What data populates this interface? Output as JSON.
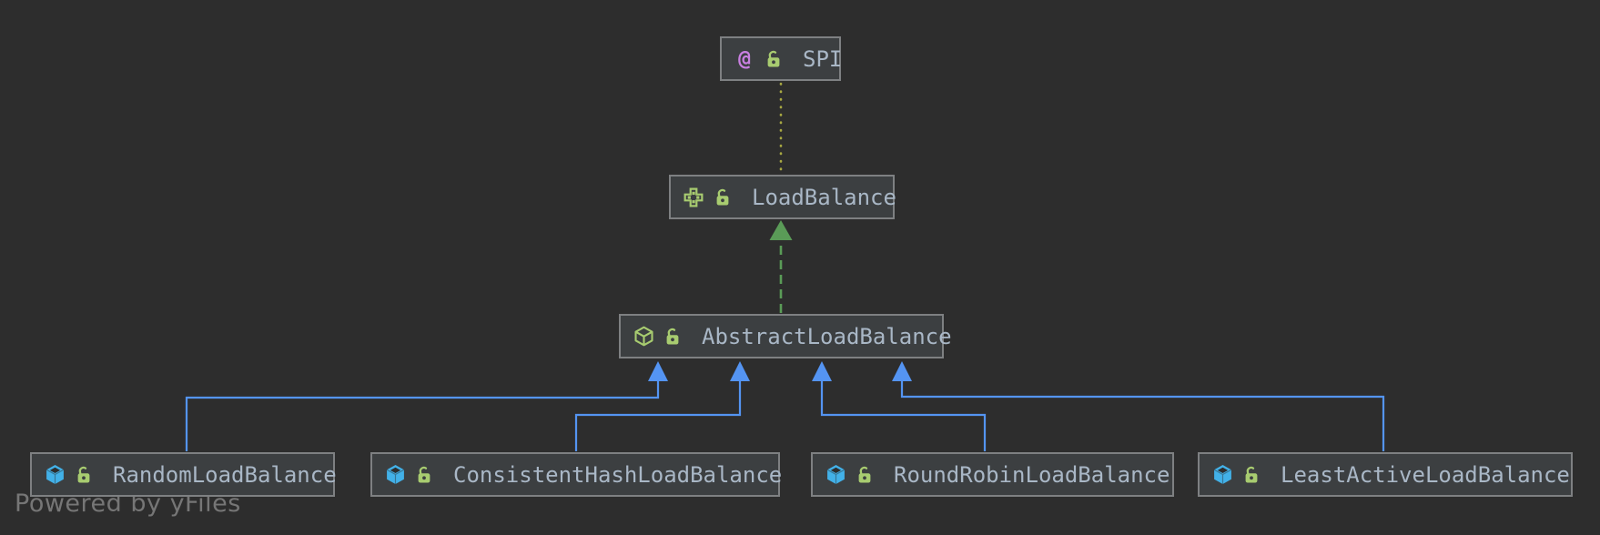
{
  "watermark": {
    "label": "Powered by yFiles"
  },
  "colors": {
    "background": "#2d2d2d",
    "node_fill": "#3c3f41",
    "node_border": "#7e8082",
    "label_text": "#a9b7c6",
    "inheritance_blue": "#5494f2",
    "realization_green": "#5a9b57",
    "annotation_olive": "#a8a842",
    "icon_green": "#a8cc70",
    "icon_blue": "#42b1e8",
    "icon_purple": "#c97fe0",
    "watermark_gray": "#767676"
  },
  "diagram": {
    "nodes": [
      {
        "id": "spi",
        "label": "SPI",
        "stereotype": "annotation",
        "visibility": "public"
      },
      {
        "id": "load-balance",
        "label": "LoadBalance",
        "stereotype": "interface",
        "visibility": "public"
      },
      {
        "id": "abstract-load-balance",
        "label": "AbstractLoadBalance",
        "stereotype": "abstract-class",
        "visibility": "public"
      },
      {
        "id": "random-load-balance",
        "label": "RandomLoadBalance",
        "stereotype": "class",
        "visibility": "public"
      },
      {
        "id": "consistent-hash-load-balance",
        "label": "ConsistentHashLoadBalance",
        "stereotype": "class",
        "visibility": "public"
      },
      {
        "id": "round-robin-load-balance",
        "label": "RoundRobinLoadBalance",
        "stereotype": "class",
        "visibility": "public"
      },
      {
        "id": "least-active-load-balance",
        "label": "LeastActiveLoadBalance",
        "stereotype": "class",
        "visibility": "public"
      }
    ],
    "edges": [
      {
        "from": "LoadBalance",
        "to": "SPI",
        "type": "annotation-dependency",
        "style": "dotted"
      },
      {
        "from": "AbstractLoadBalance",
        "to": "LoadBalance",
        "type": "realization",
        "style": "dashed-arrow"
      },
      {
        "from": "RandomLoadBalance",
        "to": "AbstractLoadBalance",
        "type": "inheritance",
        "style": "solid-arrow"
      },
      {
        "from": "ConsistentHashLoadBalance",
        "to": "AbstractLoadBalance",
        "type": "inheritance",
        "style": "solid-arrow"
      },
      {
        "from": "RoundRobinLoadBalance",
        "to": "AbstractLoadBalance",
        "type": "inheritance",
        "style": "solid-arrow"
      },
      {
        "from": "LeastActiveLoadBalance",
        "to": "AbstractLoadBalance",
        "type": "inheritance",
        "style": "solid-arrow"
      }
    ]
  }
}
